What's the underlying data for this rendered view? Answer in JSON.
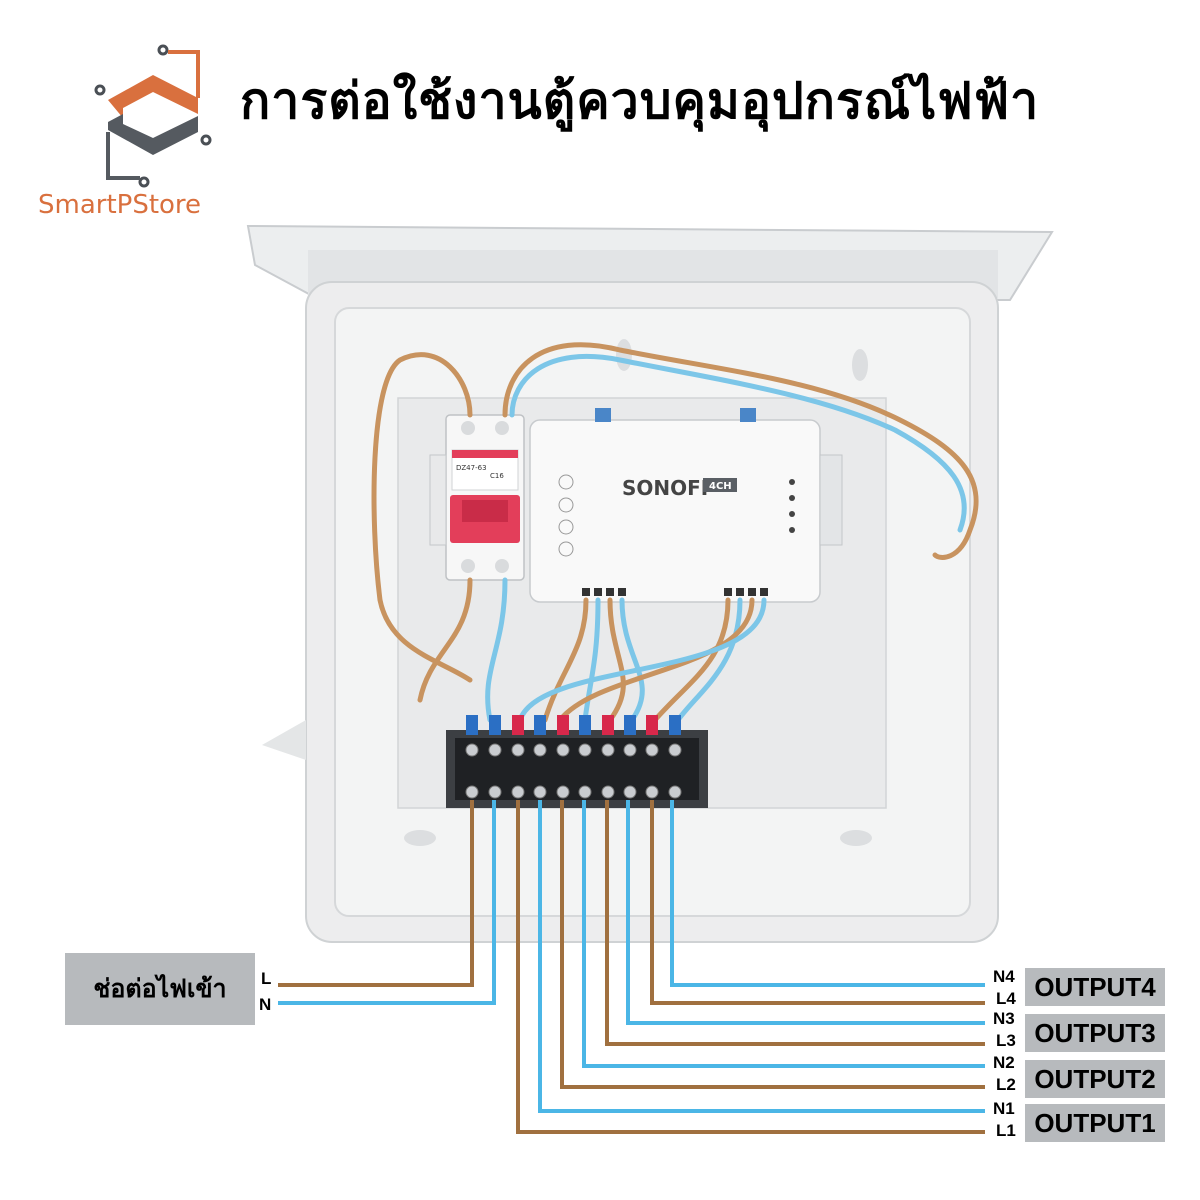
{
  "title": "การต่อใช้งานตู้ควบคุมอุปกรณ์ไฟฟ้า",
  "brand": {
    "name": "SmartPStore",
    "color": "#d9703e"
  },
  "input": {
    "label": "ช่อต่อไฟเข้า",
    "live": "L",
    "neutral": "N"
  },
  "breaker": {
    "model": "DZ47-63",
    "rating": "C16"
  },
  "controller": {
    "brand": "SONOFF",
    "model": "4CH"
  },
  "outputs": [
    {
      "label": "OUTPUT4",
      "n": "N4",
      "l": "L4"
    },
    {
      "label": "OUTPUT3",
      "n": "N3",
      "l": "L3"
    },
    {
      "label": "OUTPUT2",
      "n": "N2",
      "l": "L2"
    },
    {
      "label": "OUTPUT1",
      "n": "N1",
      "l": "L1"
    }
  ],
  "colors": {
    "live_wire": "#a0703f",
    "neutral_wire": "#4bb6e6",
    "label_box": "#b7babd"
  }
}
